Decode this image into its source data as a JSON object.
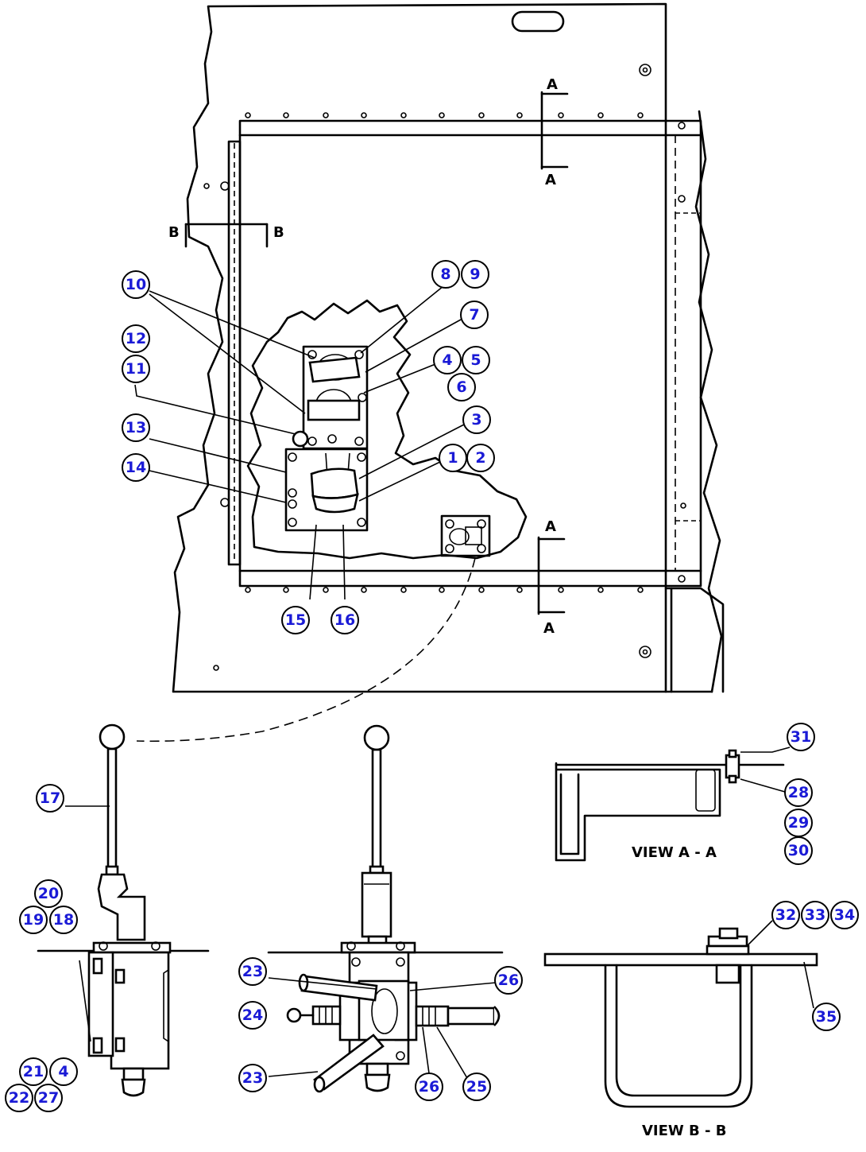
{
  "callouts": [
    "1",
    "2",
    "3",
    "4",
    "5",
    "6",
    "7",
    "8",
    "9",
    "10",
    "11",
    "12",
    "13",
    "14",
    "15",
    "16",
    "17",
    "18",
    "19",
    "20",
    "21",
    "22",
    "23",
    "24",
    "25",
    "26",
    "27",
    "28",
    "29",
    "30",
    "31",
    "32",
    "33",
    "34",
    "35"
  ],
  "section_letters": {
    "a": "A",
    "b": "B"
  },
  "views": {
    "view_aa": "VIEW A - A",
    "view_bb": "VIEW B - B"
  }
}
